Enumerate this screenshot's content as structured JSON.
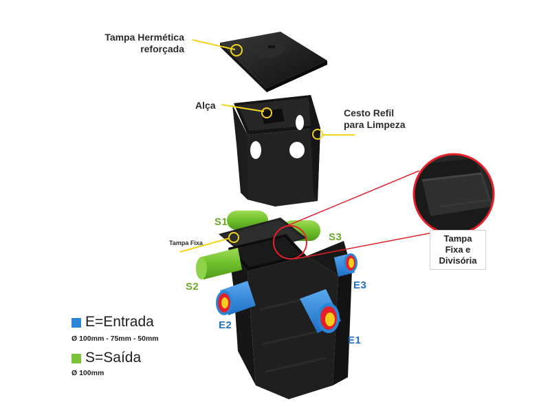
{
  "labels": {
    "tampa_hermetica_line1": "Tampa Hermética",
    "tampa_hermetica_line2": "reforçada",
    "alca": "Alça",
    "cesto_line1": "Cesto Refil",
    "cesto_line2": "para Limpeza",
    "tampa_fixa": "Tampa Fixa",
    "inset_line1": "Tampa",
    "inset_line2": "Fixa e",
    "inset_line3": "Divisória"
  },
  "ports": {
    "s1": "S1",
    "s2": "S2",
    "s3": "S3",
    "e1": "E1",
    "e2": "E2",
    "e3": "E3"
  },
  "legend": {
    "entrada_label": "E=Entrada",
    "entrada_sizes": "Ø 100mm - 75mm - 50mm",
    "saida_label": "S=Saída",
    "saida_sizes": "Ø 100mm"
  },
  "colors": {
    "entrada": "#2a86d6",
    "saida": "#7cc23a",
    "callout": "#f2d41c",
    "highlight": "#e4202a",
    "body": "#1b1b1b"
  }
}
